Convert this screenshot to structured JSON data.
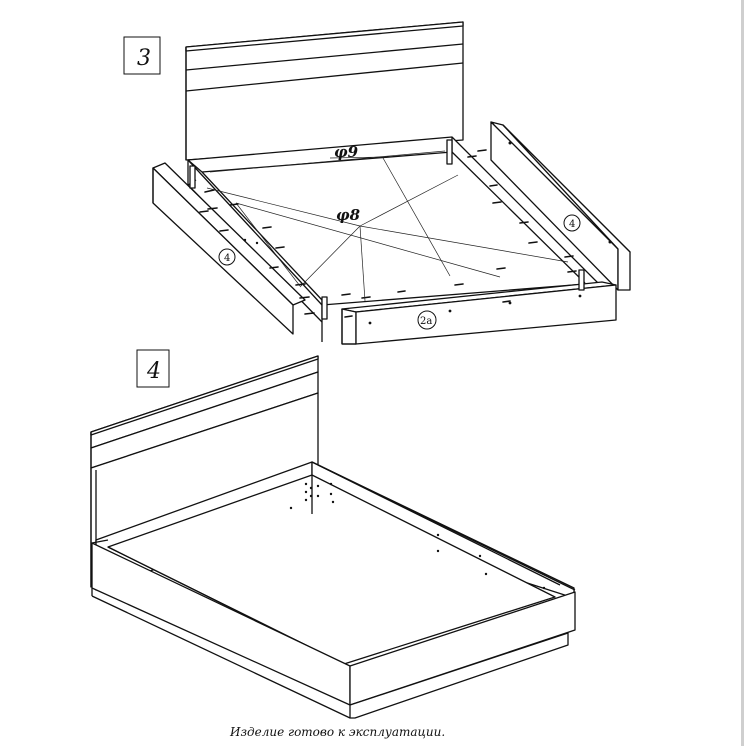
{
  "steps": [
    {
      "number": "3"
    },
    {
      "number": "4"
    }
  ],
  "callouts": {
    "fastener_top": "φ9",
    "fastener_bottom": "φ8"
  },
  "part_labels": {
    "left_side_panel": "4",
    "right_side_panel": "4",
    "front_panel": "2a"
  },
  "caption": "Изделие готово к эксплуатации."
}
